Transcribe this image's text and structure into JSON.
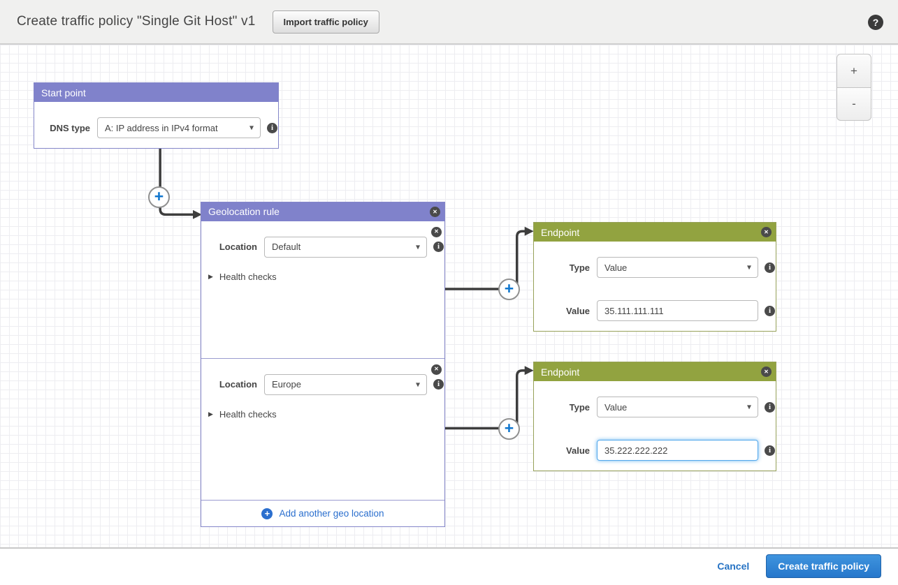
{
  "header": {
    "title": "Create traffic policy \"Single Git Host\" v1",
    "import_button_label": "Import traffic policy"
  },
  "zoom_controls": {
    "zoom_in_label": "+",
    "zoom_out_label": "-"
  },
  "icons": {
    "help": "?",
    "info": "i",
    "close": "✕",
    "caret_down": "▾",
    "expander_collapsed": "▶",
    "connector_plus": "+",
    "add_plus": "+"
  },
  "diagram": {
    "start_point": {
      "title": "Start point",
      "dns_type_label": "DNS type",
      "dns_type_value": "A: IP address in IPv4 format"
    },
    "geolocation_rule": {
      "title": "Geolocation rule",
      "sections": [
        {
          "location_label": "Location",
          "location_value": "Default",
          "health_checks_label": "Health checks"
        },
        {
          "location_label": "Location",
          "location_value": "Europe",
          "health_checks_label": "Health checks"
        }
      ],
      "add_link_label": "Add another geo location"
    },
    "endpoints": [
      {
        "title": "Endpoint",
        "type_label": "Type",
        "type_value": "Value",
        "value_label": "Value",
        "value_text": "35.111.111.111"
      },
      {
        "title": "Endpoint",
        "type_label": "Type",
        "type_value": "Value",
        "value_label": "Value",
        "value_text": "35.222.222.222"
      }
    ]
  },
  "footer": {
    "cancel_label": "Cancel",
    "submit_label": "Create traffic policy"
  },
  "colors": {
    "node_purple": "#8082cb",
    "node_green": "#92a340",
    "link_blue": "#2b6fce",
    "button_blue": "#2677cb",
    "connector": "#3d3d3d",
    "header_bg": "#f0f0ef"
  }
}
